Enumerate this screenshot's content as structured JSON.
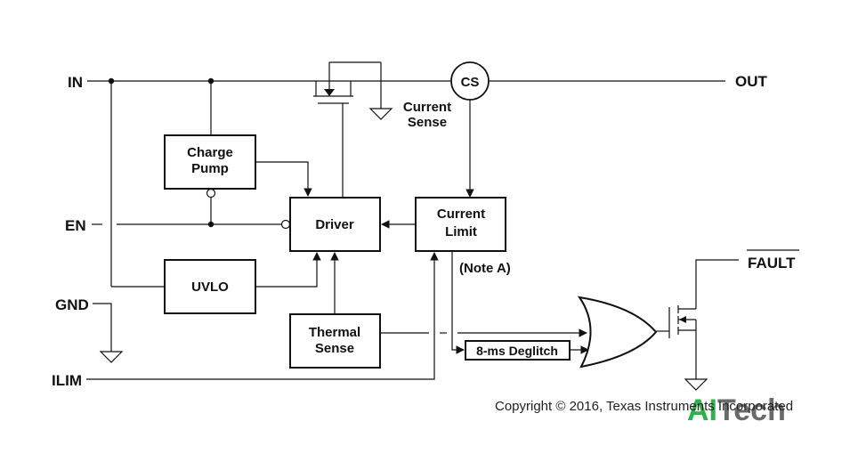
{
  "pins": {
    "in": "IN",
    "out": "OUT",
    "en": "EN",
    "gnd": "GND",
    "ilim": "ILIM",
    "fault": "FAULT"
  },
  "blocks": {
    "charge_pump": [
      "Charge",
      "Pump"
    ],
    "driver": "Driver",
    "current_limit": [
      "Current",
      "Limit"
    ],
    "uvlo": "UVLO",
    "thermal_sense": [
      "Thermal",
      "Sense"
    ],
    "deglitch": "8-ms Deglitch",
    "cs": "CS",
    "current_sense": [
      "Current",
      "Sense"
    ]
  },
  "note": "(Note A)",
  "copyright": "Copyright © 2016, Texas Instruments Incorporated",
  "watermark": {
    "ai": "AI",
    "tech": "Tech",
    "ai_color": "#2db34a",
    "tech_color": "#6a6a6a"
  }
}
